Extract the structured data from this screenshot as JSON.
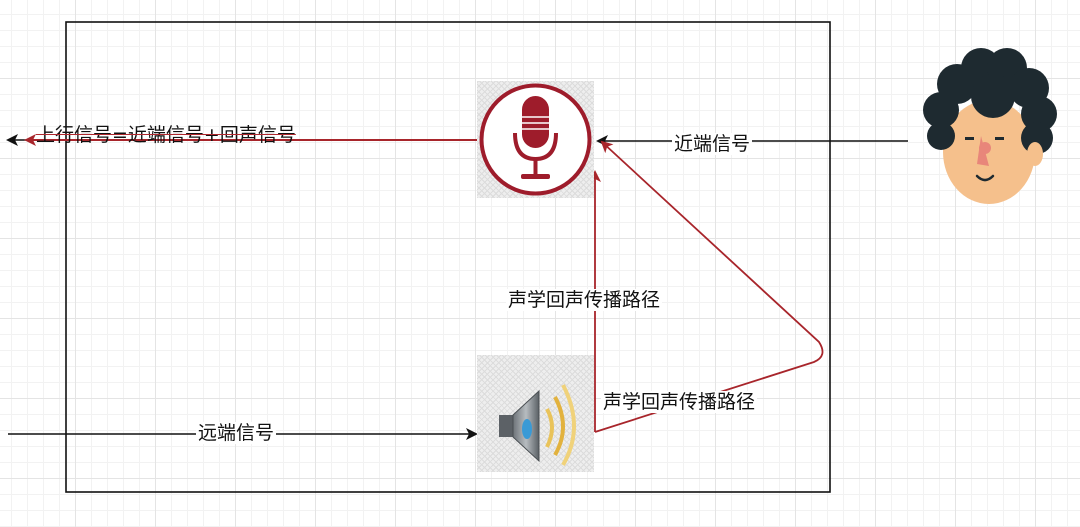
{
  "colors": {
    "echo_path": "#a8252b",
    "signal": "#111111",
    "box_border": "#111111",
    "mic": "#9e1c2b",
    "face_skin": "#f5c08c",
    "hair": "#1e2a30"
  },
  "icons": {
    "microphone": "microphone-icon",
    "speaker": "speaker-icon",
    "person": "person-face-icon"
  },
  "labels": {
    "uplink": "上行信号=近端信号+回声信号",
    "near_end": "近端信号",
    "far_end": "远端信号",
    "echo_path_1": "声学回声传播路径",
    "echo_path_2": "声学回声传播路径"
  }
}
